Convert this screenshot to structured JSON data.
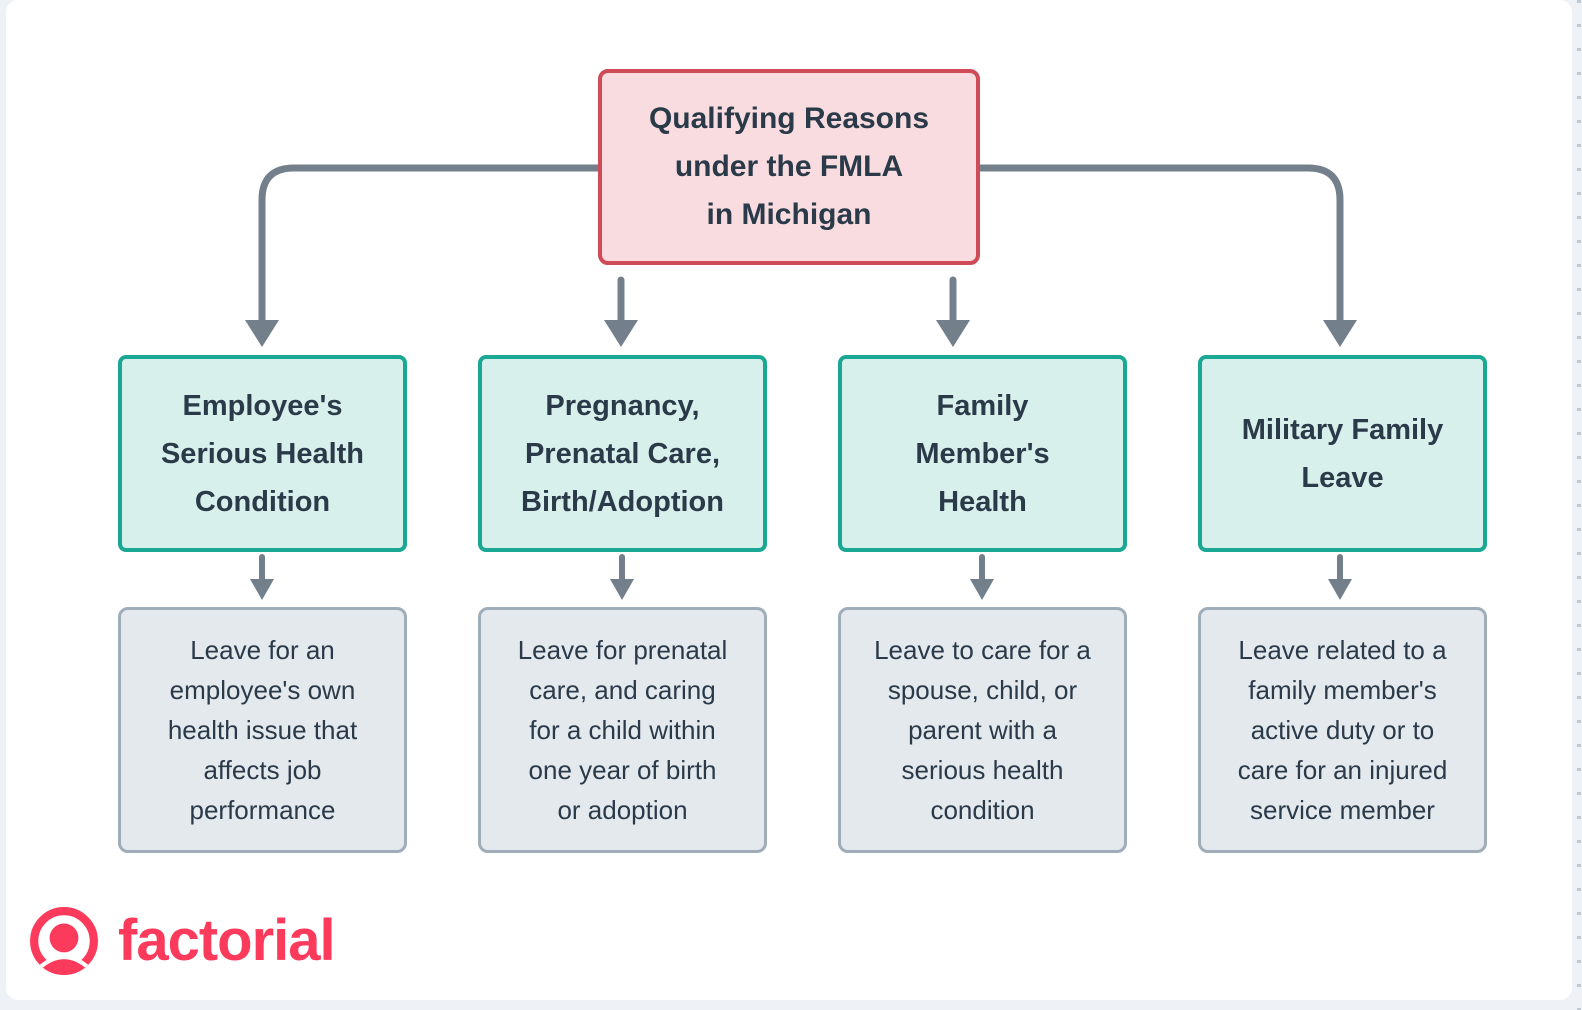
{
  "title": "Qualifying Reasons under the FMLA in Michigan flowchart",
  "root": {
    "label": "Qualifying Reasons\nunder the FMLA\nin Michigan"
  },
  "branches": [
    {
      "heading": "Employee's\nSerious Health\nCondition",
      "detail": "Leave for an\nemployee's own\nhealth issue that\naffects job\nperformance"
    },
    {
      "heading": "Pregnancy,\nPrenatal Care,\nBirth/Adoption",
      "detail": "Leave for prenatal\ncare, and caring\nfor a child within\none year of birth\nor adoption"
    },
    {
      "heading": "Family\nMember's\nHealth",
      "detail": "Leave to care for a\nspouse, child, or\nparent with a\nserious health\ncondition"
    },
    {
      "heading": "Military Family\nLeave",
      "detail": "Leave related to a\nfamily member's\nactive duty or to\ncare for an injured\nservice member"
    }
  ],
  "logo": {
    "brand": "factorial"
  },
  "colors": {
    "root_fill": "#f8dce0",
    "root_border": "#cf4b57",
    "category_fill": "#d7f0eb",
    "category_border": "#1aa794",
    "detail_fill": "#e4e9ee",
    "detail_border": "#9fadba",
    "connector": "#73808c",
    "text": "#2b3a49",
    "brand": "#fb3a5c",
    "page_background": "#eef2f7",
    "canvas_background": "#ffffff"
  }
}
